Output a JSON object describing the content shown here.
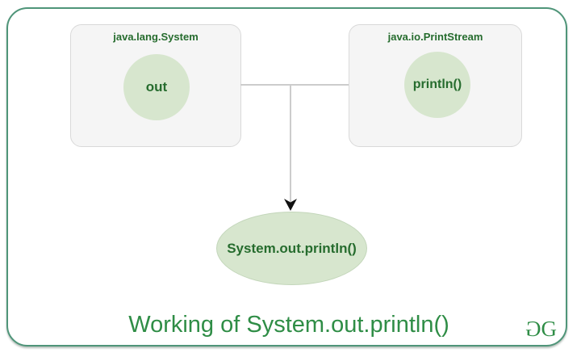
{
  "diagram": {
    "system_box": {
      "class_name": "java.lang.System",
      "member": "out"
    },
    "printstream_box": {
      "class_name": "java.io.PrintStream",
      "member": "println()"
    },
    "result_label": "System.out.println()",
    "caption": "Working of System.out.println()",
    "logo": {
      "left_glyph": "G",
      "right_glyph": "G"
    }
  },
  "colors": {
    "brand-green": "#2f8d46",
    "label-green": "#266c2e",
    "node-fill": "#d7e6ce",
    "node-border": "#c3d6ba",
    "box-fill": "#f5f5f5",
    "box-border": "#d9d9d9",
    "frame-border": "#4f9579",
    "connector-gray": "#cccccc",
    "arrow-black": "#111111"
  }
}
